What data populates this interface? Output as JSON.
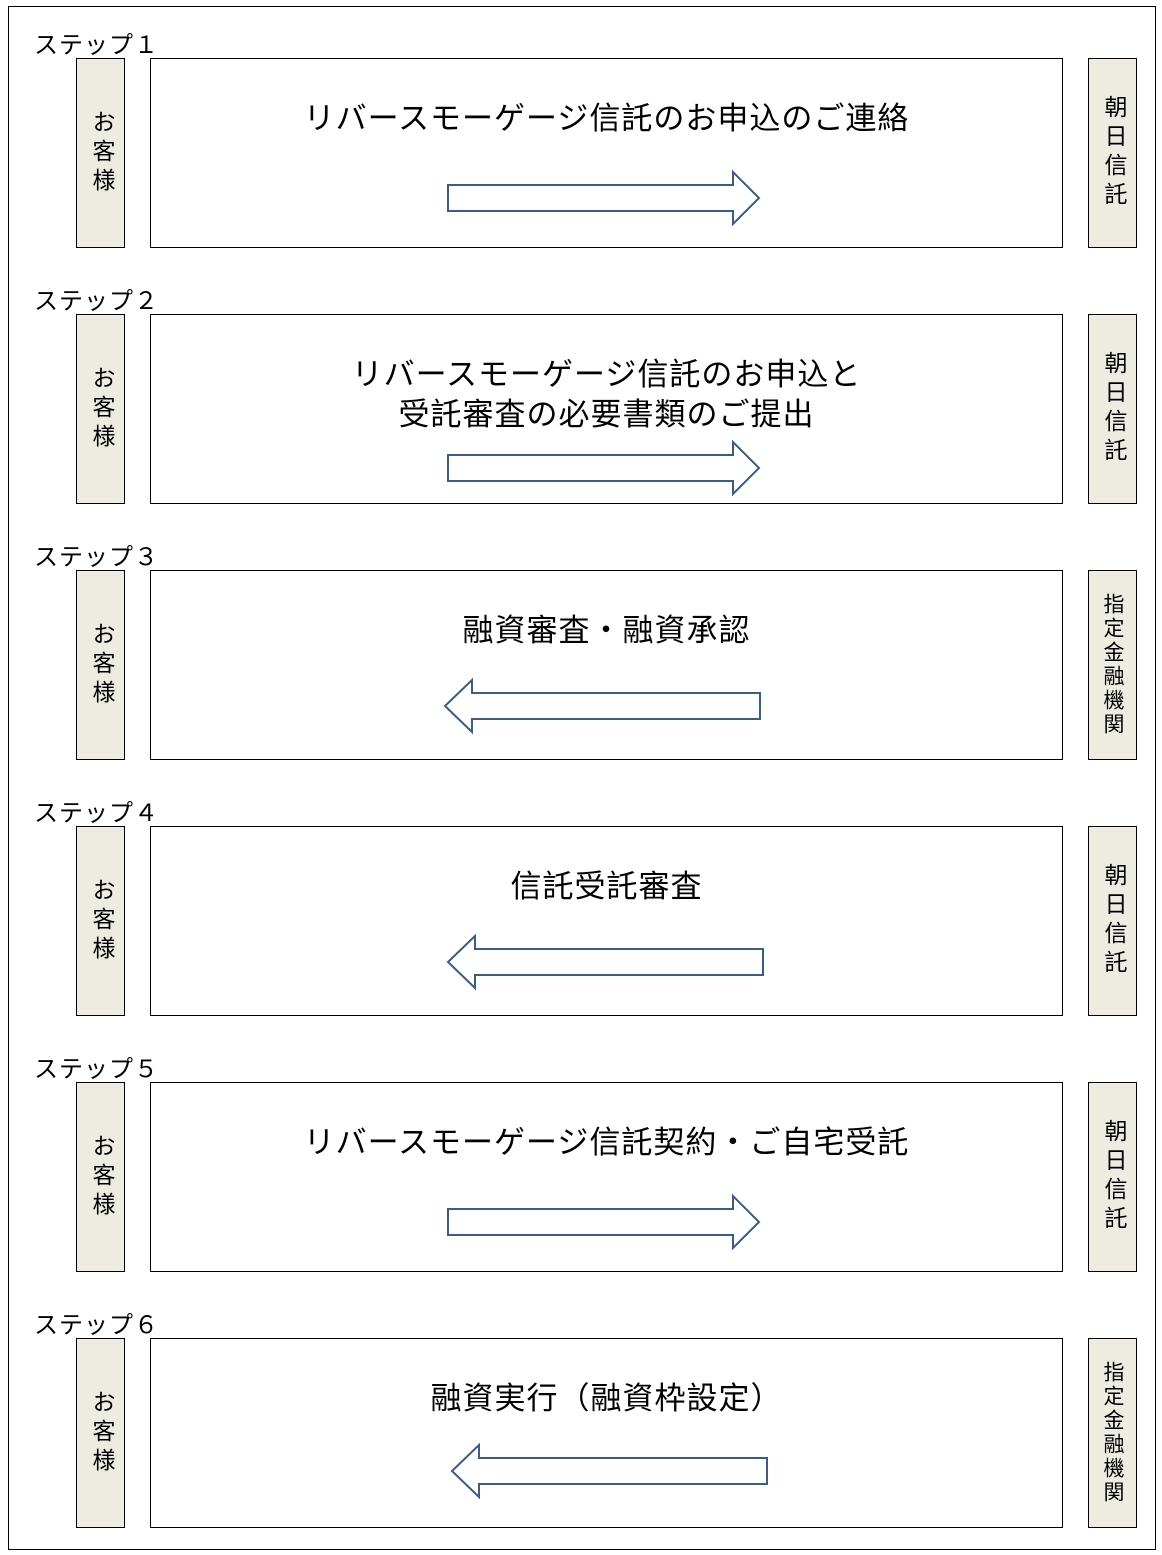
{
  "steps": [
    {
      "label": "ステップ１",
      "left_party": "お客様",
      "right_party": "朝日信託",
      "action": "リバースモーゲージ信託のお申込のご連絡",
      "direction": "right"
    },
    {
      "label": "ステップ２",
      "left_party": "お客様",
      "right_party": "朝日信託",
      "action": "リバースモーゲージ信託のお申込と\n受託審査の必要書類のご提出",
      "direction": "right"
    },
    {
      "label": "ステップ３",
      "left_party": "お客様",
      "right_party": "指定金融機関",
      "action": "融資審査・融資承認",
      "direction": "left"
    },
    {
      "label": "ステップ４",
      "left_party": "お客様",
      "right_party": "朝日信託",
      "action": "信託受託審査",
      "direction": "left"
    },
    {
      "label": "ステップ５",
      "left_party": "お客様",
      "right_party": "朝日信託",
      "action": "リバースモーゲージ信託契約・ご自宅受託",
      "direction": "right"
    },
    {
      "label": "ステップ６",
      "left_party": "お客様",
      "right_party": "指定金融機関",
      "action": "融資実行（融資枠設定）",
      "direction": "left"
    }
  ],
  "colors": {
    "party_box_fill": "#eeece1",
    "arrow_stroke": "#385d8a",
    "border": "#000000"
  }
}
